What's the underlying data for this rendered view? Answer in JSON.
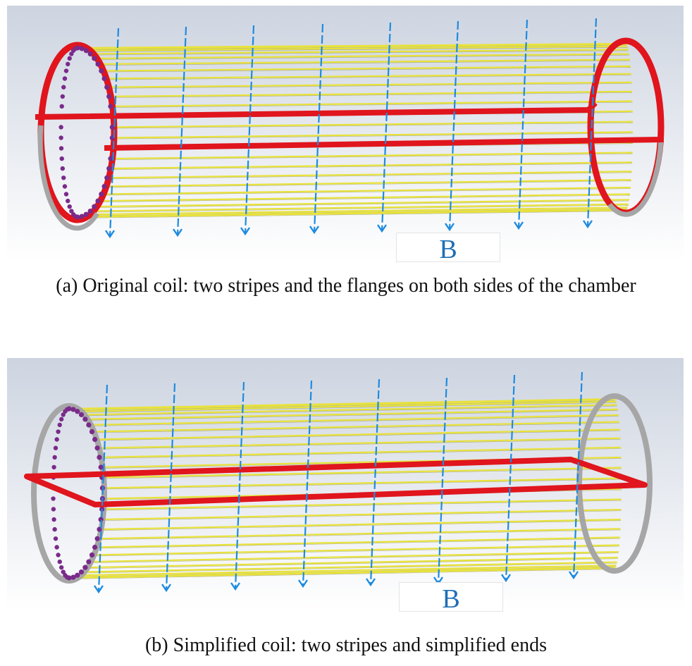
{
  "panels": [
    {
      "id": "a",
      "label": "B",
      "caption": "(a) Original coil: two stripes and the flanges on both sides of the chamber"
    },
    {
      "id": "b",
      "label": "B",
      "caption": "(b) Simplified coil: two stripes and simplified ends"
    }
  ],
  "colors": {
    "background_top": "#cfd6e2",
    "background_bottom": "#ffffff",
    "wire": "#e8e23a",
    "field_arrow": "#1e8be0",
    "stripe": "#e0151d",
    "ring": "#9c9c9c",
    "dot": "#7a2a8a"
  }
}
